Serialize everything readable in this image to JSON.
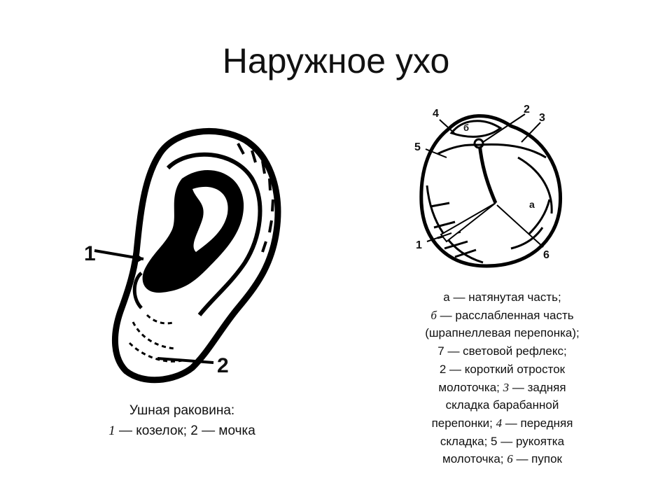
{
  "title": "Наружное ухо",
  "ear_figure": {
    "labels": [
      "1",
      "2"
    ]
  },
  "eardrum_figure": {
    "labels": [
      "1",
      "2",
      "3",
      "4",
      "5",
      "6",
      "а",
      "б"
    ]
  },
  "caption_left": {
    "line1": "Ушная раковина:",
    "l2_n1": "1",
    "l2_t1": " — козелок; 2 — мочка"
  },
  "caption_right": {
    "a_num": "а",
    "a_txt": " — натянутая часть;",
    "b_num": "б",
    "b_txt": " — расслабленная часть",
    "line3": "(шрапнеллевая перепонка);",
    "line4": "7 — световой рефлекс;",
    "line5": "2 — короткий отросток",
    "l6_t1": "молоточка; ",
    "l6_n": "3",
    "l6_t2": " — задняя",
    "line7": "складка барабанной",
    "l8_t1": "перепонки; ",
    "l8_n": "4",
    "l8_t2": " — передняя",
    "line9": "складка; 5 — рукоятка",
    "l10_t1": "молоточка; ",
    "l10_n": "6",
    "l10_t2": " — пупок"
  }
}
